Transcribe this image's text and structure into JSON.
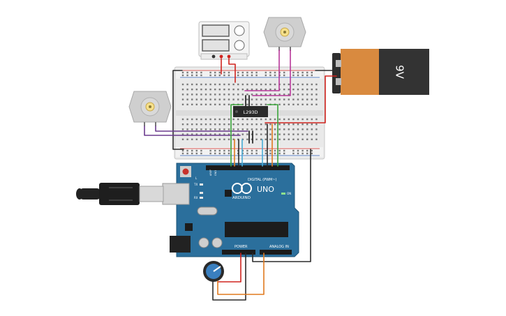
{
  "battery": {
    "label": "9V"
  },
  "driver_chip": {
    "label": "L293D"
  },
  "arduino": {
    "brand": "ARDUINO",
    "model": "UNO",
    "digital_header": "DIGITAL (PWM~)",
    "power_header": "POWER",
    "analog_header": "ANALOG IN",
    "tx_label": "TX",
    "rx_label": "RX",
    "l_label": "L",
    "on_label": "ON",
    "aref_label": "AREF",
    "gnd_label": "GND"
  },
  "colors": {
    "wire_red": "#d0241f",
    "wire_black": "#2b2b2b",
    "wire_green": "#3aa53a",
    "wire_magenta": "#b8389a",
    "wire_purple": "#6a3a8e",
    "wire_orange": "#e07a1f",
    "wire_blue": "#4aaed8",
    "arduino_blue": "#2b6f9c",
    "battery_orange": "#d98a3f",
    "battery_dark": "#333333"
  }
}
